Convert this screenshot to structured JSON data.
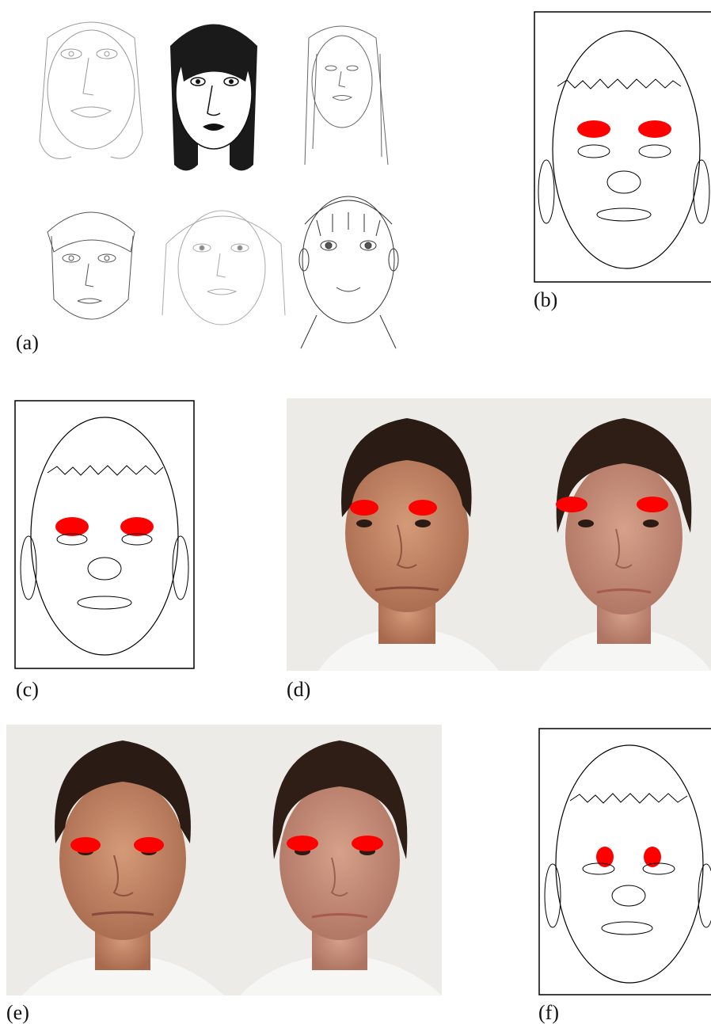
{
  "figure": {
    "panels": [
      {
        "id": "a",
        "label": "(a)",
        "content": "children-face-drawings"
      },
      {
        "id": "b",
        "label": "(b)",
        "content": "schematic-face-eyebrow-region"
      },
      {
        "id": "c",
        "label": "(c)",
        "content": "schematic-face-eyebrow-region"
      },
      {
        "id": "d",
        "label": "(d)",
        "content": "average-face-photographs"
      },
      {
        "id": "e",
        "label": "(e)",
        "content": "average-face-photographs"
      },
      {
        "id": "f",
        "label": "(f)",
        "content": "schematic-face-eye-region"
      }
    ]
  },
  "colors": {
    "highlight": "#ff0000",
    "line": "#000000",
    "photo_background": "#ecebe8",
    "skin": "#c98a6b",
    "hair": "#2a1c14"
  }
}
